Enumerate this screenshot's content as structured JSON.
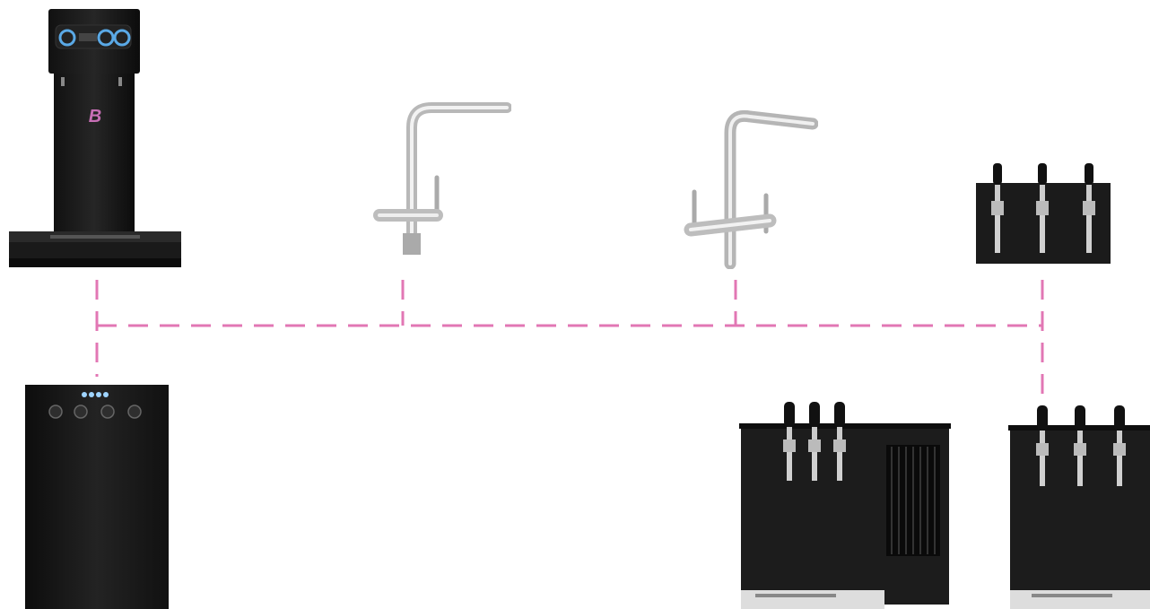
{
  "logo": {
    "text": "B",
    "color": "#c86fb6"
  },
  "connector": {
    "color": "#e277b4"
  },
  "products": [
    {
      "name": "tower-dispenser",
      "icon": "tower-dispenser-icon"
    },
    {
      "name": "under-counter-chiller",
      "icon": "chiller-box-icon"
    },
    {
      "name": "kitchen-faucet-a",
      "icon": "faucet-icon"
    },
    {
      "name": "kitchen-faucet-b",
      "icon": "faucet-icon"
    },
    {
      "name": "wall-tap-panel",
      "icon": "beer-tap-icon"
    },
    {
      "name": "countertop-tap-cooler",
      "icon": "beer-tap-icon"
    },
    {
      "name": "compact-tap-cooler",
      "icon": "beer-tap-icon"
    }
  ]
}
